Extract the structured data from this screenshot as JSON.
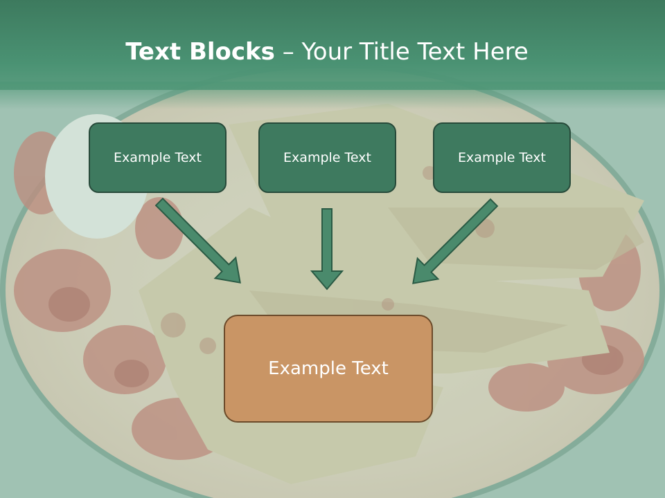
{
  "slide": {
    "title_bold": "Text Blocks",
    "title_dash": " – ",
    "title_rest": "Your Title Text Here"
  },
  "diagram": {
    "top_blocks": [
      {
        "label": "Example Text"
      },
      {
        "label": "Example Text"
      },
      {
        "label": "Example Text"
      }
    ],
    "bottom_block": {
      "label": "Example Text"
    }
  },
  "colors": {
    "header": "#4a9273",
    "top_block_fill": "#3e7a5f",
    "top_block_border": "#274a3a",
    "bottom_block_fill": "#c99565",
    "bottom_block_border": "#6b4a2a",
    "arrow_fill": "#4a8a6c",
    "arrow_stroke": "#2a5a44"
  }
}
